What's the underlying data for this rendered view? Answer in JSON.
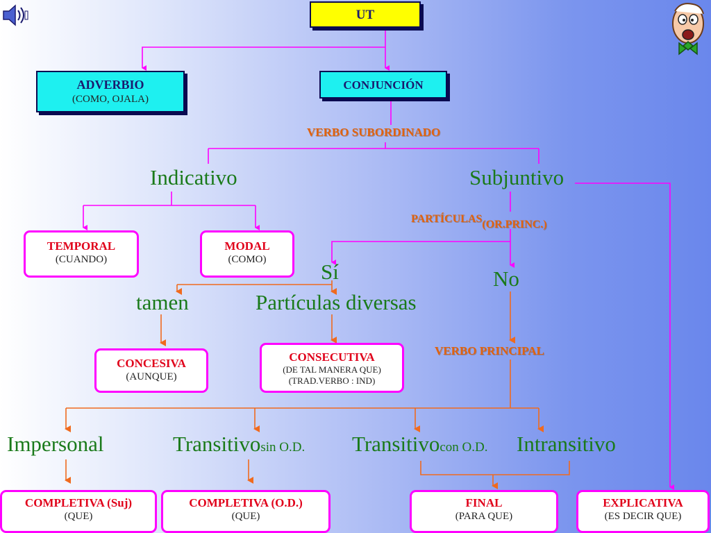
{
  "root": {
    "label": "UT"
  },
  "adverbio": {
    "title": "ADVERBIO",
    "sub": "(COMO, OJALA)"
  },
  "conjuncion": {
    "title": "CONJUNCIÓN"
  },
  "verbo_subordinado": "VERBO SUBORDINADO",
  "indicativo": "Indicativo",
  "subjuntivo": "Subjuntivo",
  "particulas": {
    "main": "PARTÍCULAS",
    "sub": "(OR.PRINC.)"
  },
  "temporal": {
    "title": "TEMPORAL",
    "sub": "(CUANDO)"
  },
  "modal": {
    "title": "MODAL",
    "sub": "(COMO)"
  },
  "si": "Sí",
  "no": "No",
  "tamen": "tamen",
  "particulas_diversas": "Partículas diversas",
  "concesiva": {
    "title": "CONCESIVA",
    "sub": "(AUNQUE)"
  },
  "consecutiva": {
    "title": "CONSECUTIVA",
    "sub1": "(DE TAL MANERA QUE)",
    "sub2": "(TRAD.VERBO : IND)"
  },
  "verbo_principal": "VERBO PRINCIPAL",
  "impersonal": "Impersonal",
  "transitivo_sin": {
    "main": "Transitivo",
    "sub": "sin O.D."
  },
  "transitivo_con": {
    "main": "Transitivo",
    "sub": "con O.D."
  },
  "intransitivo": "Intransitivo",
  "completiva_suj": {
    "title": "COMPLETIVA (Suj)",
    "sub": "(QUE)"
  },
  "completiva_od": {
    "title": "COMPLETIVA (O.D.)",
    "sub": "(QUE)"
  },
  "final": {
    "title": "FINAL",
    "sub": "(PARA QUE)"
  },
  "explicativa": {
    "title": "EXPLICATIVA",
    "sub": "(ES DECIR QUE)"
  },
  "colors": {
    "magenta": "#ff00ff",
    "orange": "#f06a1e",
    "green": "#1a7a1a",
    "navy": "#1a1a6e",
    "red": "#e0001a"
  },
  "icons": [
    "speaker-icon",
    "cartoon-face-icon"
  ]
}
